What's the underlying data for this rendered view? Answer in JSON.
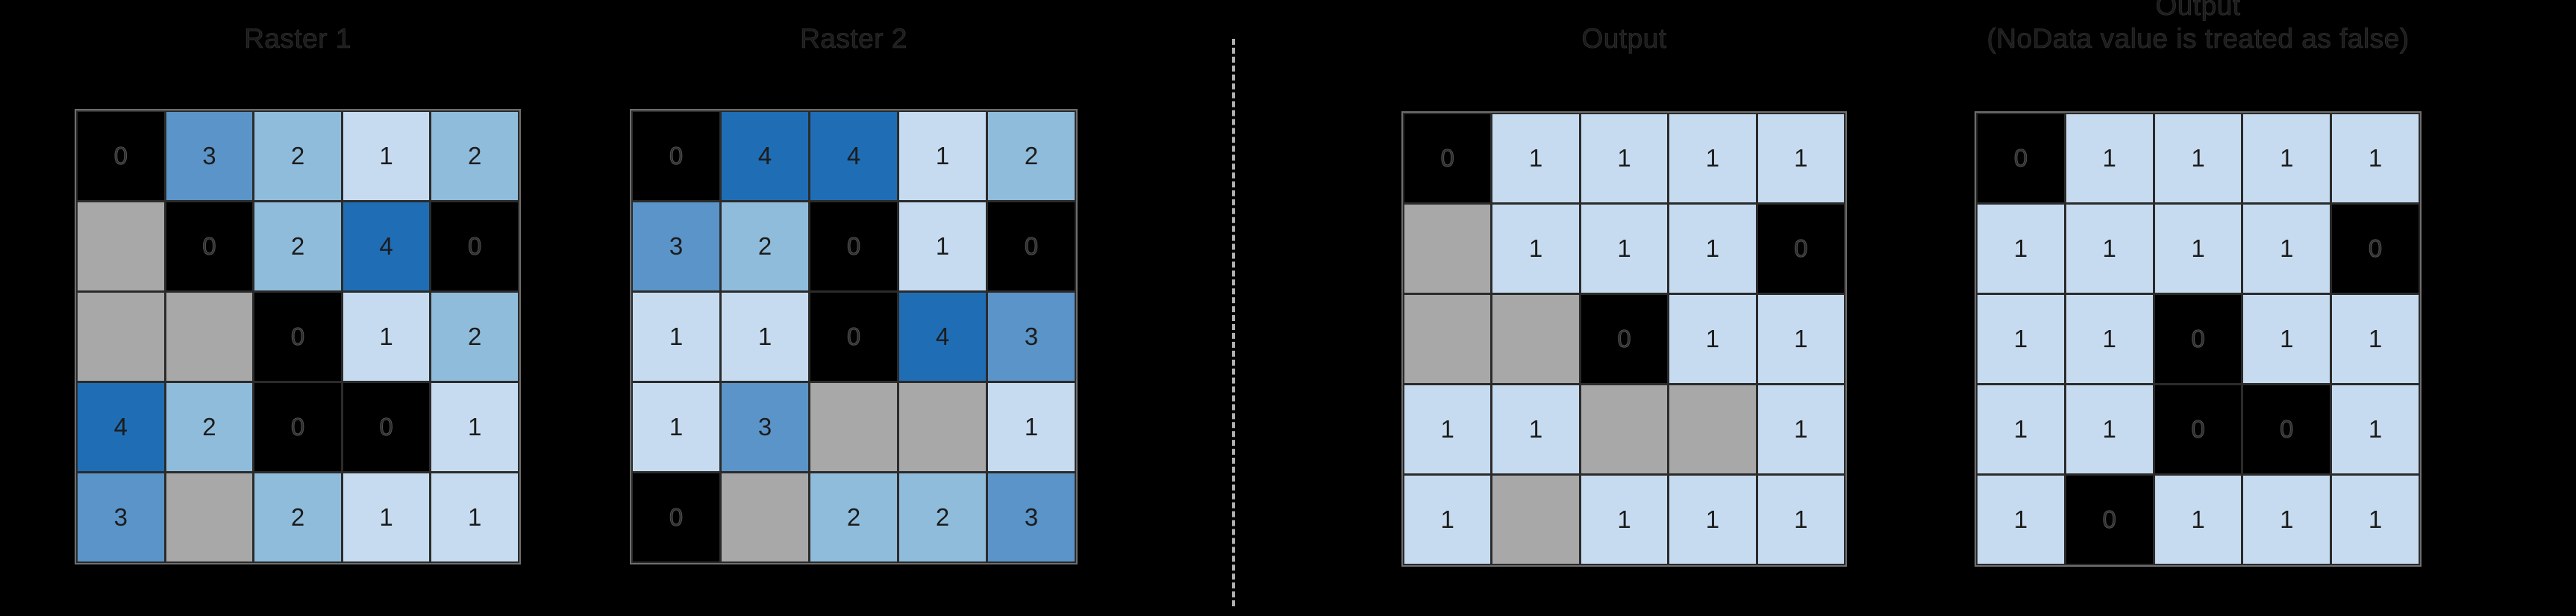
{
  "background_color": "#000000",
  "palette": {
    "value_0": "#000000",
    "value_1": "#c6dbef",
    "value_2": "#8fbcdb",
    "value_3": "#5a94c8",
    "value_4": "#1f6eb5",
    "nodata": "#a8a8a8",
    "grid_line": "#2b2b2b",
    "grid_border": "#6e6e6e",
    "title_text": "#1c1c1c"
  },
  "divider": {
    "style": "dashed-vertical",
    "color": "#cfcfcf"
  },
  "panels": [
    {
      "id": "raster-1",
      "title": "Raster 1",
      "rows": [
        [
          {
            "t": "0",
            "c": "v0"
          },
          {
            "t": "3",
            "c": "v3"
          },
          {
            "t": "2",
            "c": "v2"
          },
          {
            "t": "1",
            "c": "v1"
          },
          {
            "t": "2",
            "c": "v2"
          }
        ],
        [
          {
            "t": "",
            "c": "nd"
          },
          {
            "t": "0",
            "c": "v0"
          },
          {
            "t": "2",
            "c": "v2"
          },
          {
            "t": "4",
            "c": "v4"
          },
          {
            "t": "0",
            "c": "v0"
          }
        ],
        [
          {
            "t": "",
            "c": "nd"
          },
          {
            "t": "",
            "c": "nd"
          },
          {
            "t": "0",
            "c": "v0"
          },
          {
            "t": "1",
            "c": "v1"
          },
          {
            "t": "2",
            "c": "v2"
          }
        ],
        [
          {
            "t": "4",
            "c": "v4"
          },
          {
            "t": "2",
            "c": "v2"
          },
          {
            "t": "0",
            "c": "v0"
          },
          {
            "t": "0",
            "c": "v0"
          },
          {
            "t": "1",
            "c": "v1"
          }
        ],
        [
          {
            "t": "3",
            "c": "v3"
          },
          {
            "t": "",
            "c": "nd"
          },
          {
            "t": "2",
            "c": "v2"
          },
          {
            "t": "1",
            "c": "v1"
          },
          {
            "t": "1",
            "c": "v1"
          }
        ]
      ]
    },
    {
      "id": "raster-2",
      "title": "Raster 2",
      "rows": [
        [
          {
            "t": "0",
            "c": "v0"
          },
          {
            "t": "4",
            "c": "v4"
          },
          {
            "t": "4",
            "c": "v4"
          },
          {
            "t": "1",
            "c": "v1"
          },
          {
            "t": "2",
            "c": "v2"
          }
        ],
        [
          {
            "t": "3",
            "c": "v3"
          },
          {
            "t": "2",
            "c": "v2"
          },
          {
            "t": "0",
            "c": "v0"
          },
          {
            "t": "1",
            "c": "v1"
          },
          {
            "t": "0",
            "c": "v0"
          }
        ],
        [
          {
            "t": "1",
            "c": "v1"
          },
          {
            "t": "1",
            "c": "v1"
          },
          {
            "t": "0",
            "c": "v0"
          },
          {
            "t": "4",
            "c": "v4"
          },
          {
            "t": "3",
            "c": "v3"
          }
        ],
        [
          {
            "t": "1",
            "c": "v1"
          },
          {
            "t": "3",
            "c": "v3"
          },
          {
            "t": "",
            "c": "nd"
          },
          {
            "t": "",
            "c": "nd"
          },
          {
            "t": "1",
            "c": "v1"
          }
        ],
        [
          {
            "t": "0",
            "c": "v0"
          },
          {
            "t": "",
            "c": "nd"
          },
          {
            "t": "2",
            "c": "v2"
          },
          {
            "t": "2",
            "c": "v2"
          },
          {
            "t": "3",
            "c": "v3"
          }
        ]
      ]
    },
    {
      "id": "output-1",
      "title": "Output",
      "rows": [
        [
          {
            "t": "0",
            "c": "v0"
          },
          {
            "t": "1",
            "c": "v1"
          },
          {
            "t": "1",
            "c": "v1"
          },
          {
            "t": "1",
            "c": "v1"
          },
          {
            "t": "1",
            "c": "v1"
          }
        ],
        [
          {
            "t": "",
            "c": "nd"
          },
          {
            "t": "1",
            "c": "v1"
          },
          {
            "t": "1",
            "c": "v1"
          },
          {
            "t": "1",
            "c": "v1"
          },
          {
            "t": "0",
            "c": "v0"
          }
        ],
        [
          {
            "t": "",
            "c": "nd"
          },
          {
            "t": "",
            "c": "nd"
          },
          {
            "t": "0",
            "c": "v0"
          },
          {
            "t": "1",
            "c": "v1"
          },
          {
            "t": "1",
            "c": "v1"
          }
        ],
        [
          {
            "t": "1",
            "c": "v1"
          },
          {
            "t": "1",
            "c": "v1"
          },
          {
            "t": "",
            "c": "nd"
          },
          {
            "t": "",
            "c": "nd"
          },
          {
            "t": "1",
            "c": "v1"
          }
        ],
        [
          {
            "t": "1",
            "c": "v1"
          },
          {
            "t": "",
            "c": "nd"
          },
          {
            "t": "1",
            "c": "v1"
          },
          {
            "t": "1",
            "c": "v1"
          },
          {
            "t": "1",
            "c": "v1"
          }
        ]
      ]
    },
    {
      "id": "output-2",
      "title": "Output\n(NoData value is treated as false)",
      "rows": [
        [
          {
            "t": "0",
            "c": "v0"
          },
          {
            "t": "1",
            "c": "v1"
          },
          {
            "t": "1",
            "c": "v1"
          },
          {
            "t": "1",
            "c": "v1"
          },
          {
            "t": "1",
            "c": "v1"
          }
        ],
        [
          {
            "t": "1",
            "c": "v1"
          },
          {
            "t": "1",
            "c": "v1"
          },
          {
            "t": "1",
            "c": "v1"
          },
          {
            "t": "1",
            "c": "v1"
          },
          {
            "t": "0",
            "c": "v0"
          }
        ],
        [
          {
            "t": "1",
            "c": "v1"
          },
          {
            "t": "1",
            "c": "v1"
          },
          {
            "t": "0",
            "c": "v0"
          },
          {
            "t": "1",
            "c": "v1"
          },
          {
            "t": "1",
            "c": "v1"
          }
        ],
        [
          {
            "t": "1",
            "c": "v1"
          },
          {
            "t": "1",
            "c": "v1"
          },
          {
            "t": "0",
            "c": "v0"
          },
          {
            "t": "0",
            "c": "v0"
          },
          {
            "t": "1",
            "c": "v1"
          }
        ],
        [
          {
            "t": "1",
            "c": "v1"
          },
          {
            "t": "0",
            "c": "v0"
          },
          {
            "t": "1",
            "c": "v1"
          },
          {
            "t": "1",
            "c": "v1"
          },
          {
            "t": "1",
            "c": "v1"
          }
        ]
      ]
    }
  ]
}
